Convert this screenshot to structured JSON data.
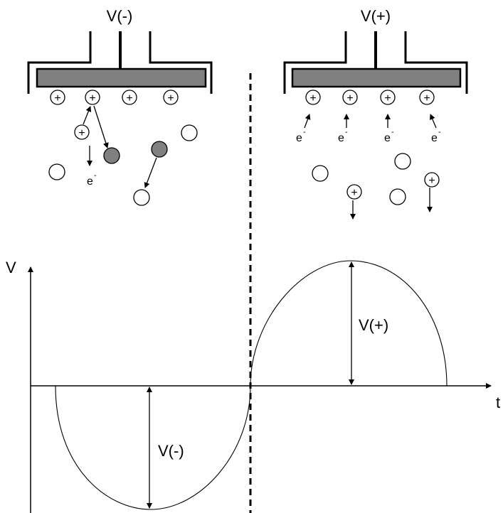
{
  "diagram": {
    "left_electrode_label": "V(-)",
    "right_electrode_label": "V(+)",
    "ion_symbol": "+",
    "electron_symbol": "e",
    "electron_charge": "-",
    "axis_y_label": "V",
    "axis_x_label": "t",
    "negative_amplitude_label": "V(-)",
    "positive_amplitude_label": "V(+)",
    "colors": {
      "plate_fill": "#808080",
      "neutral_dark": "#808080",
      "line": "#000000",
      "background": "#ffffff"
    }
  }
}
